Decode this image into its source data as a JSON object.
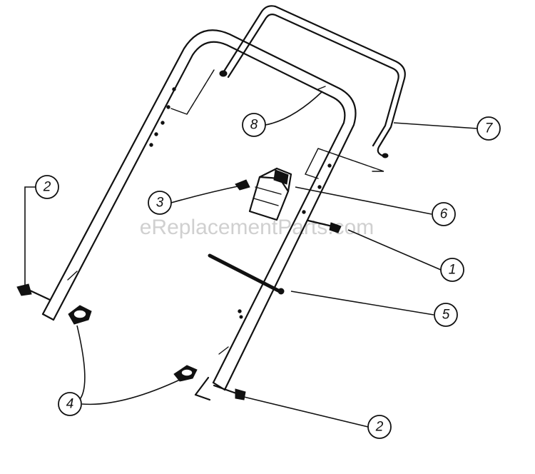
{
  "watermark": "eReplacementParts.com",
  "callouts": [
    "8",
    "7",
    "2",
    "3",
    "6",
    "1",
    "5",
    "4",
    "2"
  ]
}
